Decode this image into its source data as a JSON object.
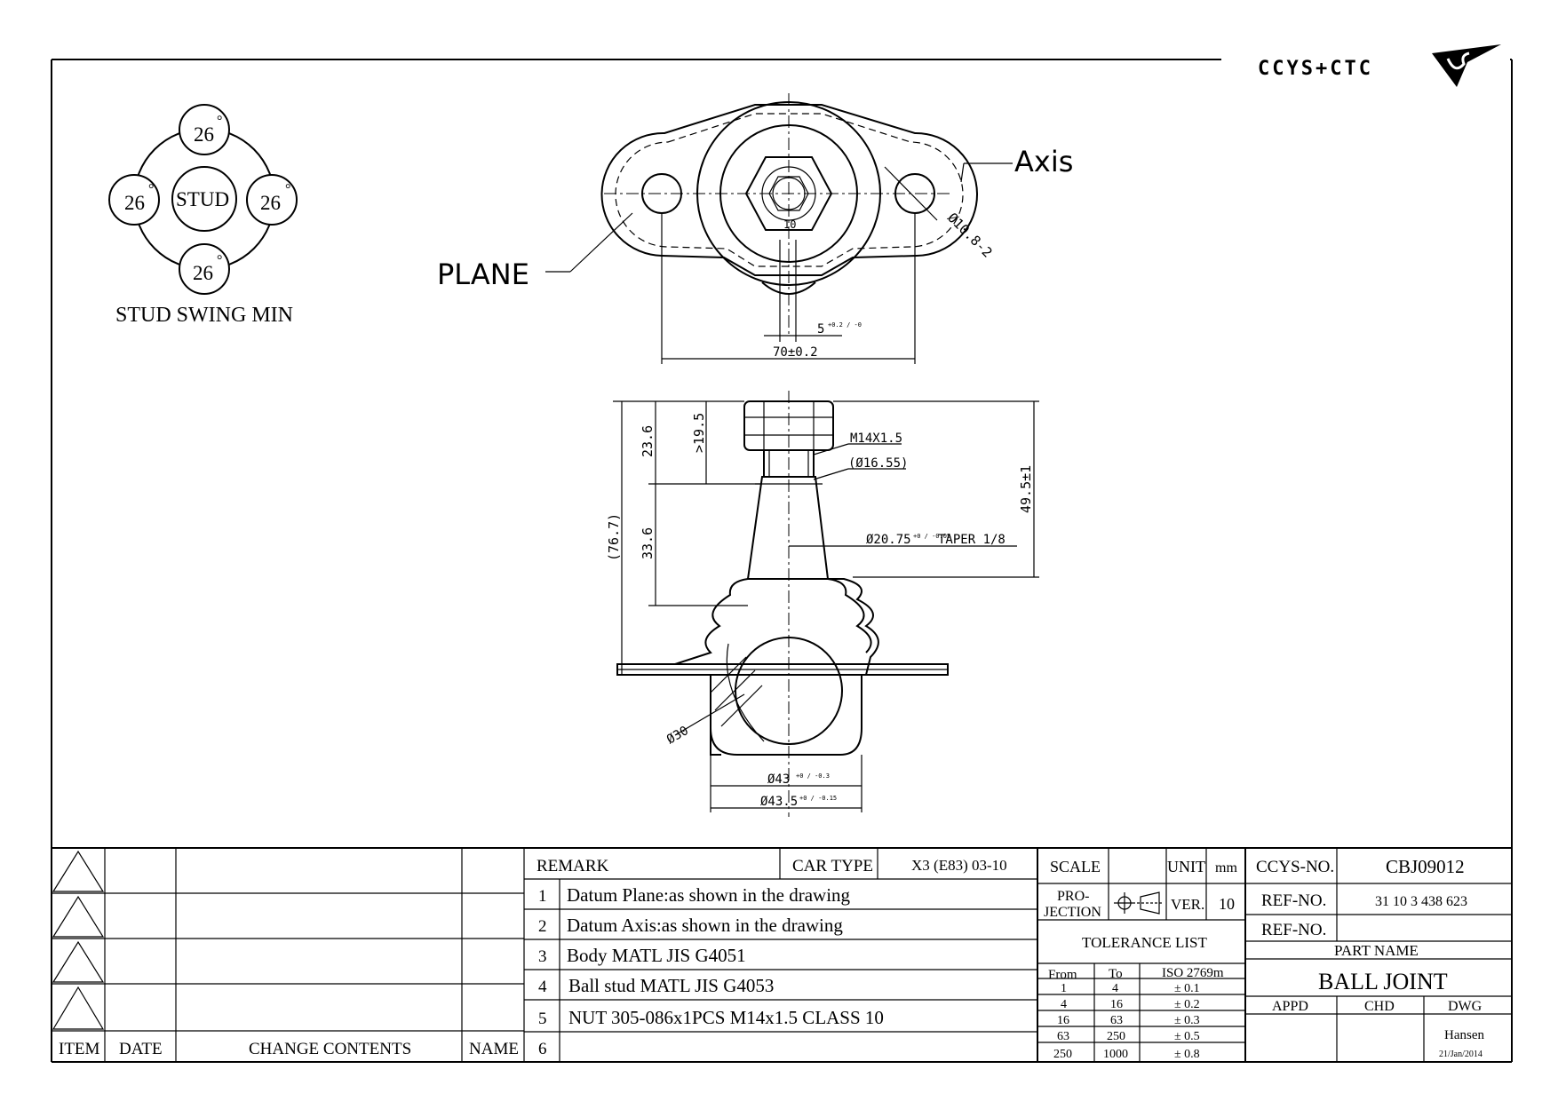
{
  "logo_text": "CCYS+CTC",
  "swing": {
    "top": "26",
    "left": "26",
    "right": "26",
    "bottom": "26",
    "degree": "°",
    "center": "STUD",
    "caption": "STUD SWING MIN"
  },
  "top_view": {
    "axis_label": "Axis",
    "plane_label": "PLANE",
    "hole_dia": "Ø10.8-2",
    "hex_size": "10",
    "slot_dim": "5",
    "slot_tol": "+0.2 / -0",
    "width_dim": "70±0.2"
  },
  "side_view": {
    "dim_236": "23.6",
    "dim_195": ">19.5",
    "dim_767": "(76.7)",
    "dim_336": "33.6",
    "dim_495": "49.5±1",
    "thread": "M14X1.5",
    "thread_dia": "(Ø16.55)",
    "taper_dia": "Ø20.75",
    "taper_tol": "+0 / -0.05",
    "taper": "TAPER 1/8",
    "ball_dia": "Ø30",
    "body_dia": "Ø43",
    "body_tol": "+0 / -0.3",
    "flange_dia": "Ø43.5",
    "flange_tol": "+0 / -0.15"
  },
  "revision_table": {
    "headers": {
      "item": "ITEM",
      "date": "DATE",
      "change": "CHANGE CONTENTS",
      "name": "NAME"
    }
  },
  "remarks": {
    "header": "REMARK",
    "car_type_label": "CAR TYPE",
    "car_type_value": "X3 (E83) 03-10",
    "items": [
      {
        "no": "1",
        "text": "Datum Plane:as shown in the drawing"
      },
      {
        "no": "2",
        "text": "Datum Axis:as shown in the drawing"
      },
      {
        "no": "3",
        "text": "Body MATL JIS G4051"
      },
      {
        "no": "4",
        "text": "Ball stud MATL JIS G4053"
      },
      {
        "no": "5",
        "text": "NUT 305-086x1PCS M14x1.5 CLASS 10"
      },
      {
        "no": "6",
        "text": ""
      }
    ]
  },
  "spec": {
    "scale_label": "SCALE",
    "scale_value": "",
    "unit_label": "UNIT",
    "unit_value": "mm",
    "projection_label_1": "PRO-",
    "projection_label_2": "JECTION",
    "ver_label": "VER.",
    "ver_value": "10",
    "tolerance_title": "TOLERANCE LIST",
    "tolerance_headers": [
      "From",
      "To",
      "ISO 2769m"
    ],
    "tolerance_rows": [
      [
        "1",
        "4",
        "± 0.1"
      ],
      [
        "4",
        "16",
        "± 0.2"
      ],
      [
        "16",
        "63",
        "± 0.3"
      ],
      [
        "63",
        "250",
        "± 0.5"
      ],
      [
        "250",
        "1000",
        "± 0.8"
      ]
    ]
  },
  "title_block": {
    "ccys_no_label": "CCYS-NO.",
    "ccys_no_value": "CBJ09012",
    "ref_no_label": "REF-NO.",
    "ref_no_value": "31 10 3 438 623",
    "ref_no2_label": "REF-NO.",
    "ref_no2_value": "",
    "part_name_label": "PART NAME",
    "part_name_value": "BALL JOINT",
    "appd_label": "APPD",
    "chd_label": "CHD",
    "dwg_label": "DWG",
    "dwg_name": "Hansen",
    "dwg_date": "21/Jan/2014"
  }
}
